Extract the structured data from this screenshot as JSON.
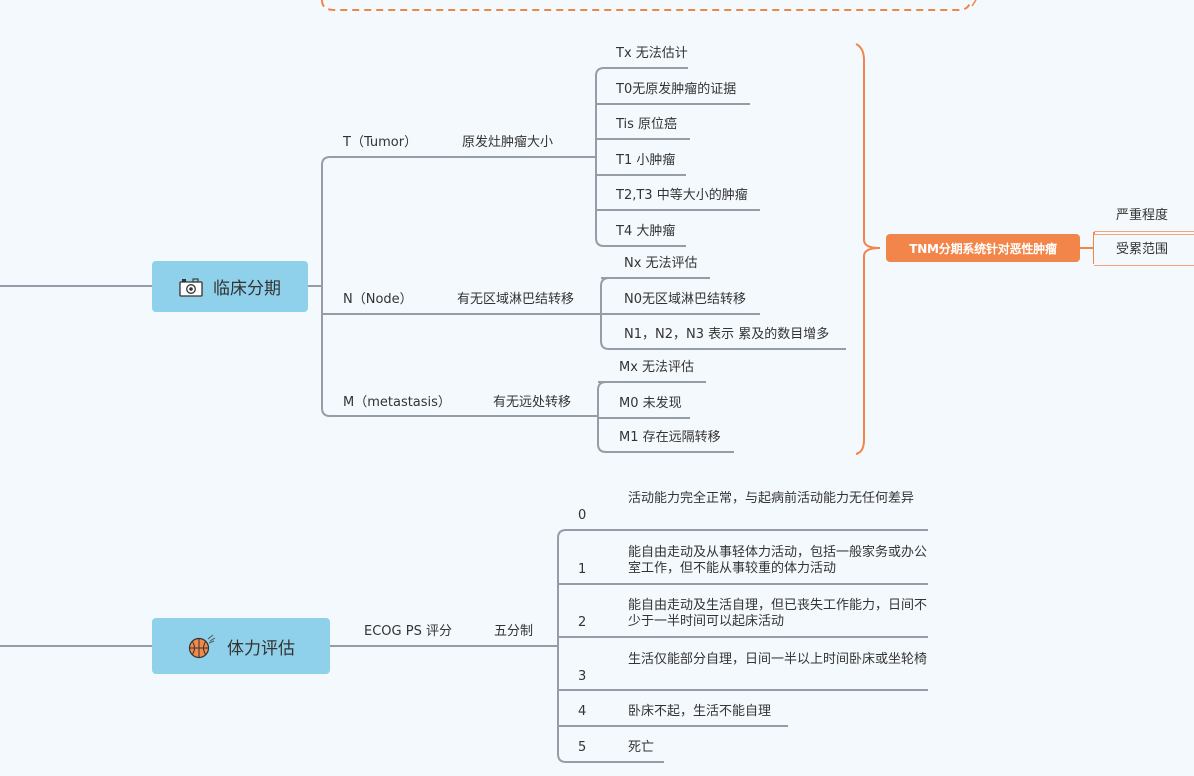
{
  "nodes": {
    "clinical_stage": "临床分期",
    "t_branch": "T（Tumor）",
    "t_desc": "原发灶肿瘤大小",
    "t_items": [
      "Tx 无法估计",
      "T0无原发肿瘤的证据",
      "Tis 原位癌",
      "T1 小肿瘤",
      "T2,T3 中等大小的肿瘤",
      "T4 大肿瘤"
    ],
    "n_branch": "N（Node）",
    "n_desc": "有无区域淋巴结转移",
    "n_items": [
      "Nx 无法评估",
      "N0无区域淋巴结转移",
      "N1，N2，N3 表示 累及的数目增多"
    ],
    "m_branch": "M（metastasis）",
    "m_desc": "有无远处转移",
    "m_items": [
      "Mx 无法评估",
      "M0 未发现",
      "M1 存在远隔转移"
    ],
    "tnm_summary": "TNM分期系统针对恶性肿瘤",
    "tnm_aspects": [
      "严重程度",
      "受累范围"
    ],
    "physical": "体力评估",
    "ecog": "ECOG PS 评分",
    "five_scale": "五分制",
    "grades": [
      {
        "num": "0",
        "text": "活动能力完全正常，与起病前活动能力无任何差异"
      },
      {
        "num": "1",
        "text": "能自由走动及从事轻体力活动，包括一般家务或办公室工作，但不能从事较重的体力活动"
      },
      {
        "num": "2",
        "text": "能自由走动及生活自理，但已丧失工作能力，日间不少于一半时间可以起床活动"
      },
      {
        "num": "3",
        "text": "生活仅能部分自理，日间一半以上时间卧床或坐轮椅"
      },
      {
        "num": "4",
        "text": "卧床不起，生活不能自理"
      },
      {
        "num": "5",
        "text": "死亡"
      }
    ]
  },
  "icons": {
    "clinical_stage": "camera-icon",
    "physical": "basketball-icon"
  },
  "colors": {
    "line": "#959ea8",
    "main_topic_fill": "#8fd0ea",
    "callout_fill": "#f2854a",
    "bracket": "#f2854a"
  }
}
